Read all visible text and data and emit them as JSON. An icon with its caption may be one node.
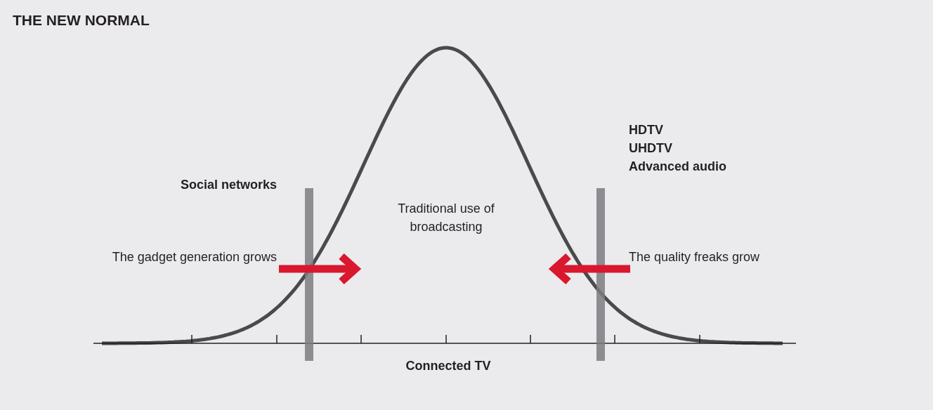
{
  "diagram": {
    "title": "THE NEW NORMAL",
    "labels": [
      "HDTV",
      "UHDTV",
      "Advanced audio",
      "Social networks",
      "Traditional use of broadcasting",
      "The gadget generation grows",
      "The quality freaks grow",
      "Connected TV"
    ]
  }
}
